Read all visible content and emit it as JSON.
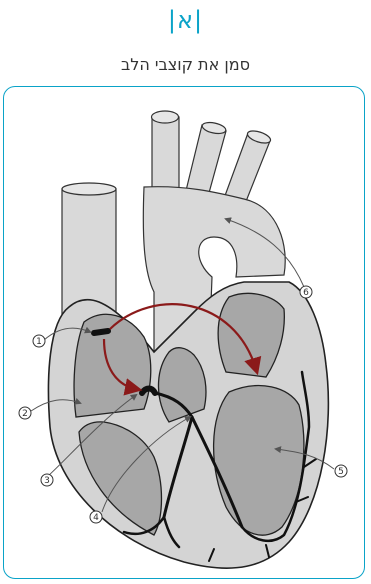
{
  "header": {
    "option_letter": "|א|",
    "instruction": "סמן את קוצבי הלב"
  },
  "diagram": {
    "labels": [
      "1",
      "2",
      "3",
      "4",
      "5",
      "6"
    ],
    "colors": {
      "accent": "#0aa3c8",
      "light_tissue": "#d9d9d9",
      "dark_chamber": "#a7a7a7",
      "conduction_path": "#111111",
      "impulse_arrow": "#8b1a1a"
    }
  }
}
